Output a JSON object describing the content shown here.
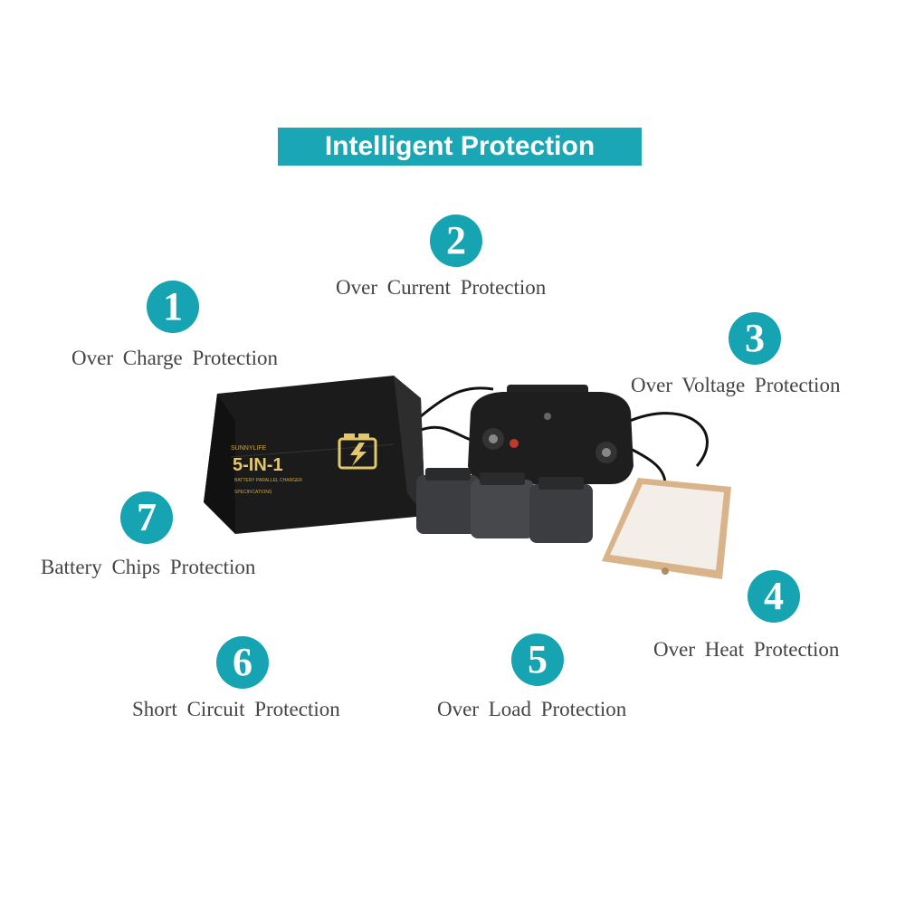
{
  "title": "Intelligent Protection",
  "features": [
    {
      "number": "1",
      "label": "Over Charge Protection"
    },
    {
      "number": "2",
      "label": "Over Current Protection"
    },
    {
      "number": "3",
      "label": "Over Voltage Protection"
    },
    {
      "number": "4",
      "label": "Over Heat Protection"
    },
    {
      "number": "5",
      "label": "Over Load Protection"
    },
    {
      "number": "6",
      "label": "Short Circuit Protection"
    },
    {
      "number": "7",
      "label": "Battery Chips Protection"
    }
  ],
  "product": {
    "brand": "SUNNYLIFE",
    "model": "5-IN-1",
    "subtitle": "BATTERY PARALLEL CHARGER",
    "spec_label": "SPECIFICATIONS"
  },
  "colors": {
    "accent": "#1aa6b5",
    "text": "#444444"
  }
}
